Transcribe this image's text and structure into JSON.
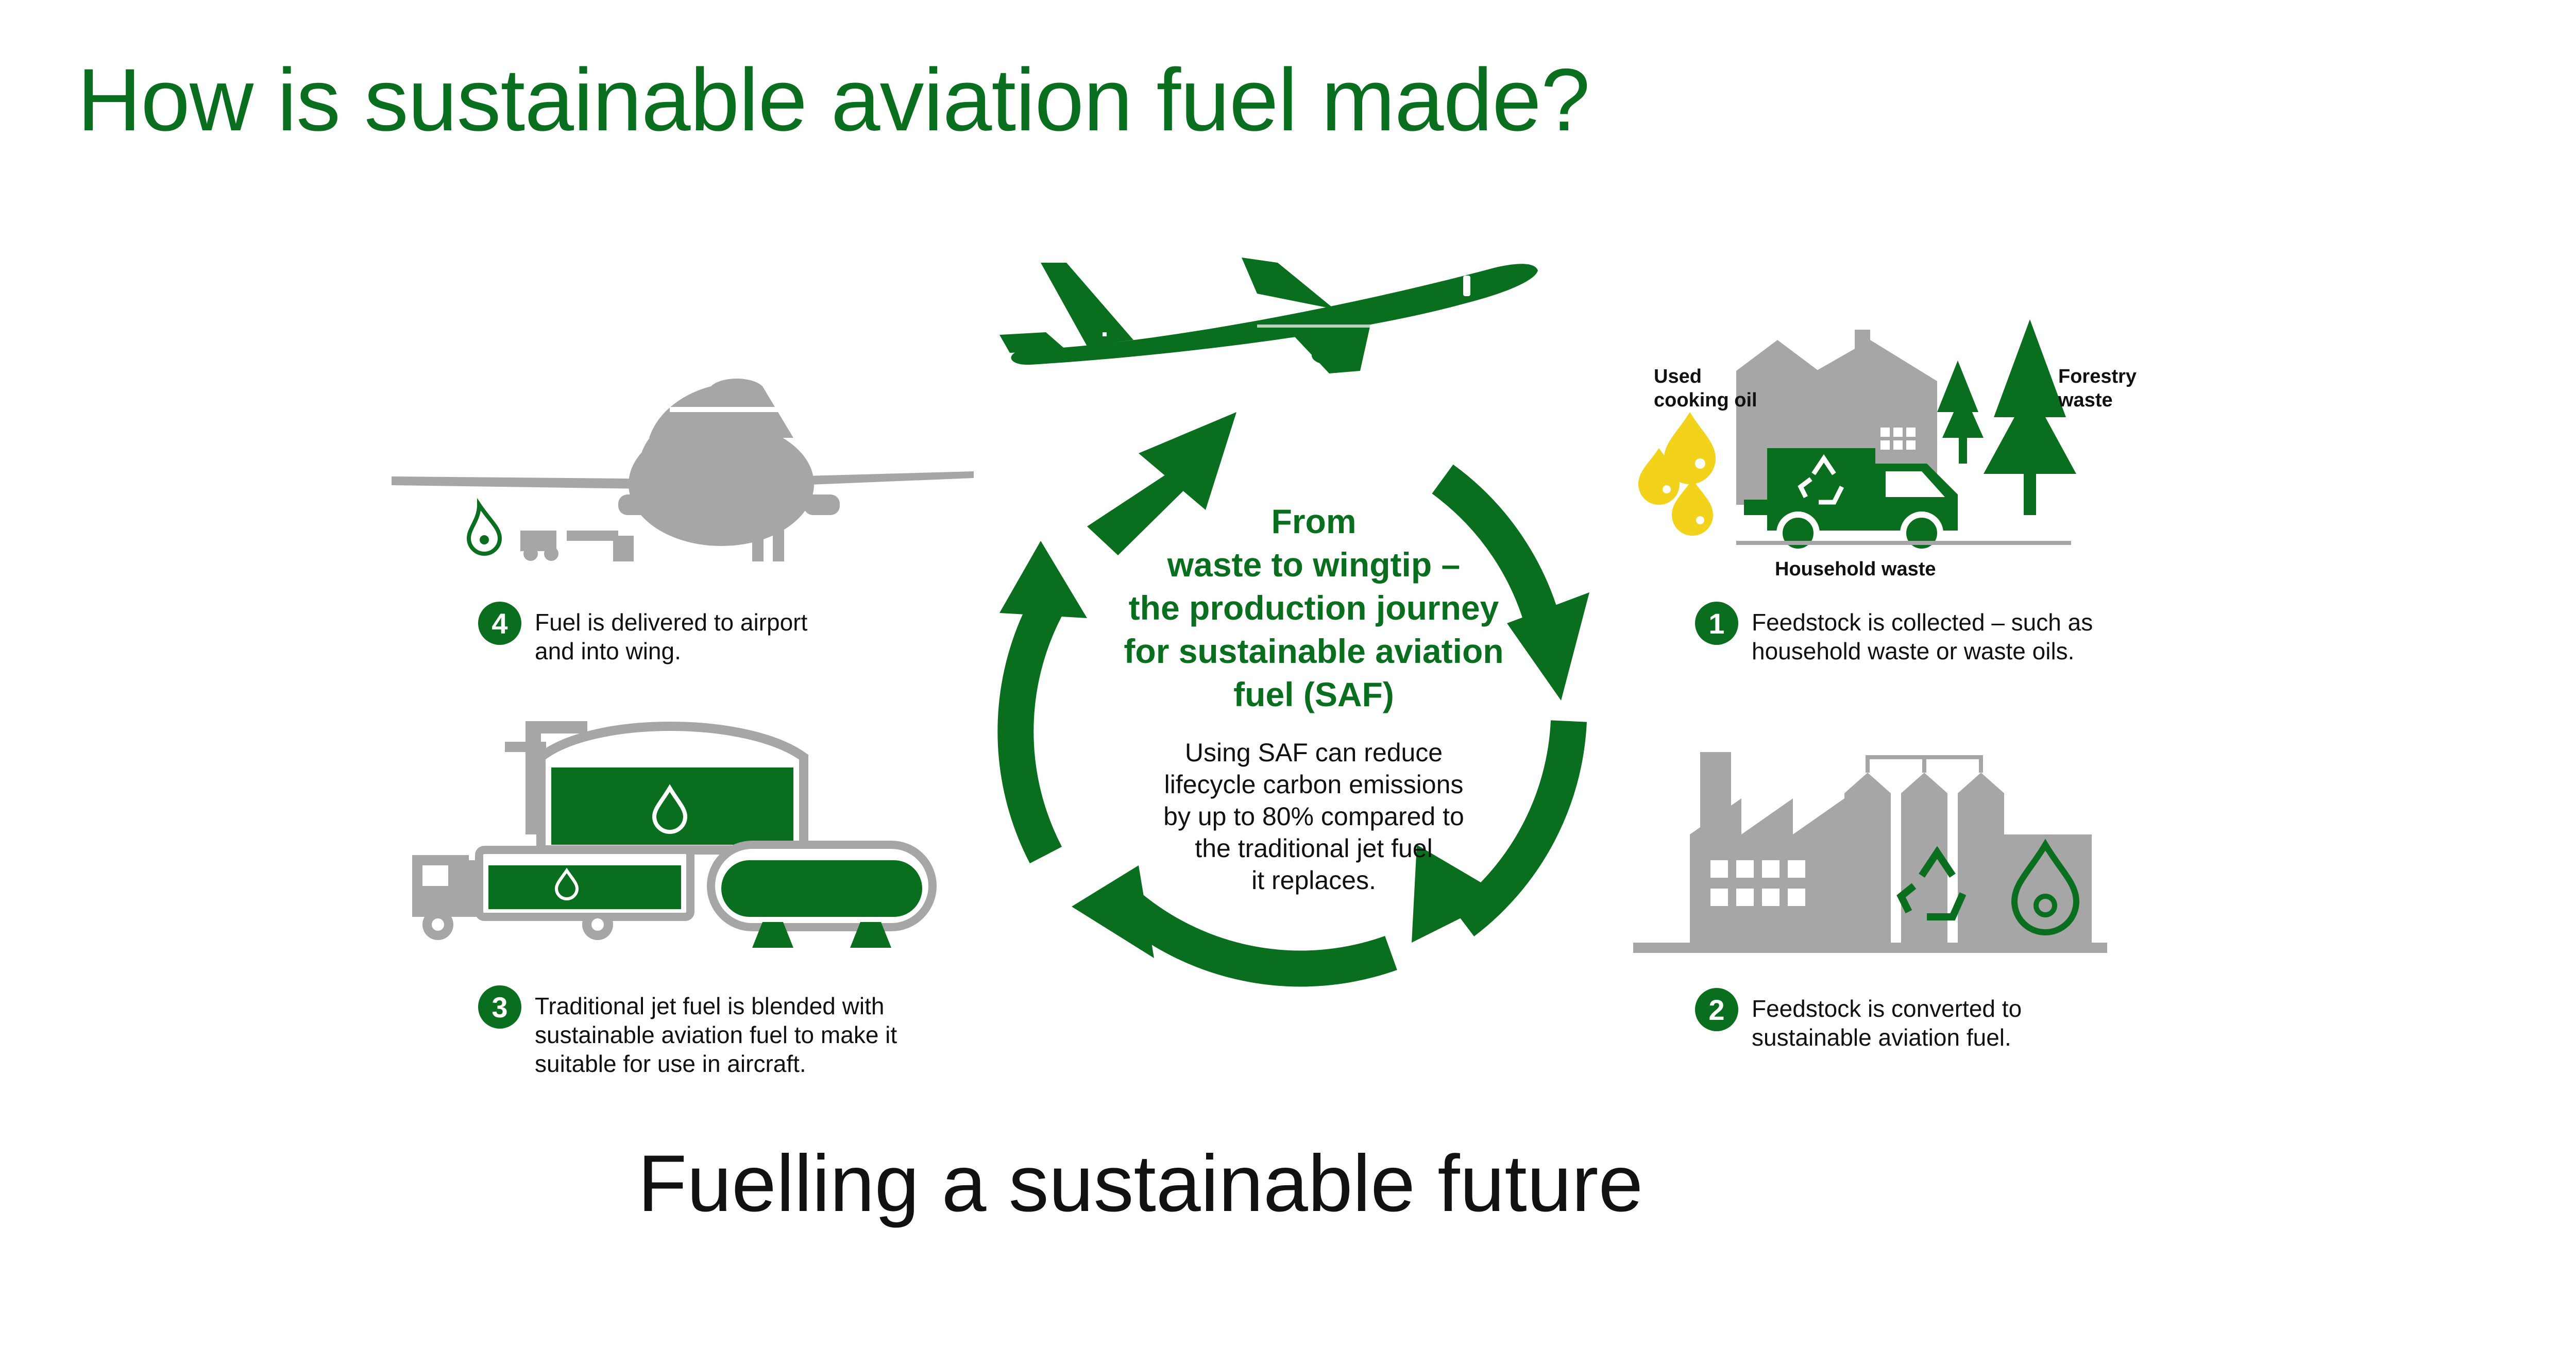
{
  "title": "How is sustainable aviation fuel made?",
  "subtitle": "Fuelling a sustainable future",
  "center": {
    "heading_lines": [
      "From",
      "waste to wingtip –",
      "the production journey",
      "for sustainable aviation",
      "fuel (SAF)"
    ],
    "body_lines": [
      "Using SAF can reduce",
      "lifecycle carbon emissions",
      "by up to 80% compared to",
      "the traditional jet fuel",
      "it replaces."
    ]
  },
  "steps": [
    {
      "number": "1",
      "lines": [
        "Feedstock is collected – such as",
        "household waste or waste oils."
      ]
    },
    {
      "number": "2",
      "lines": [
        "Feedstock is converted to",
        "sustainable aviation fuel."
      ]
    },
    {
      "number": "3",
      "lines": [
        "Traditional jet fuel is blended with",
        "sustainable aviation fuel to make it",
        "suitable for use in aircraft."
      ]
    },
    {
      "number": "4",
      "lines": [
        "Fuel is delivered to airport",
        "and into wing."
      ]
    }
  ],
  "feedstock_labels": {
    "used_oil": [
      "Used",
      "cooking oil"
    ],
    "forestry": [
      "Forestry",
      "waste"
    ],
    "household": "Household waste"
  },
  "colors": {
    "brand_green": "#0a6e1f",
    "grey": "#a6a6a6",
    "oil_yellow": "#f2d21a",
    "text": "#111111"
  },
  "icons": [
    "airplane-icon",
    "truck-icon",
    "recycle-icon",
    "tree-icon",
    "oil-drop-icon",
    "factory-icon",
    "tank-icon"
  ]
}
